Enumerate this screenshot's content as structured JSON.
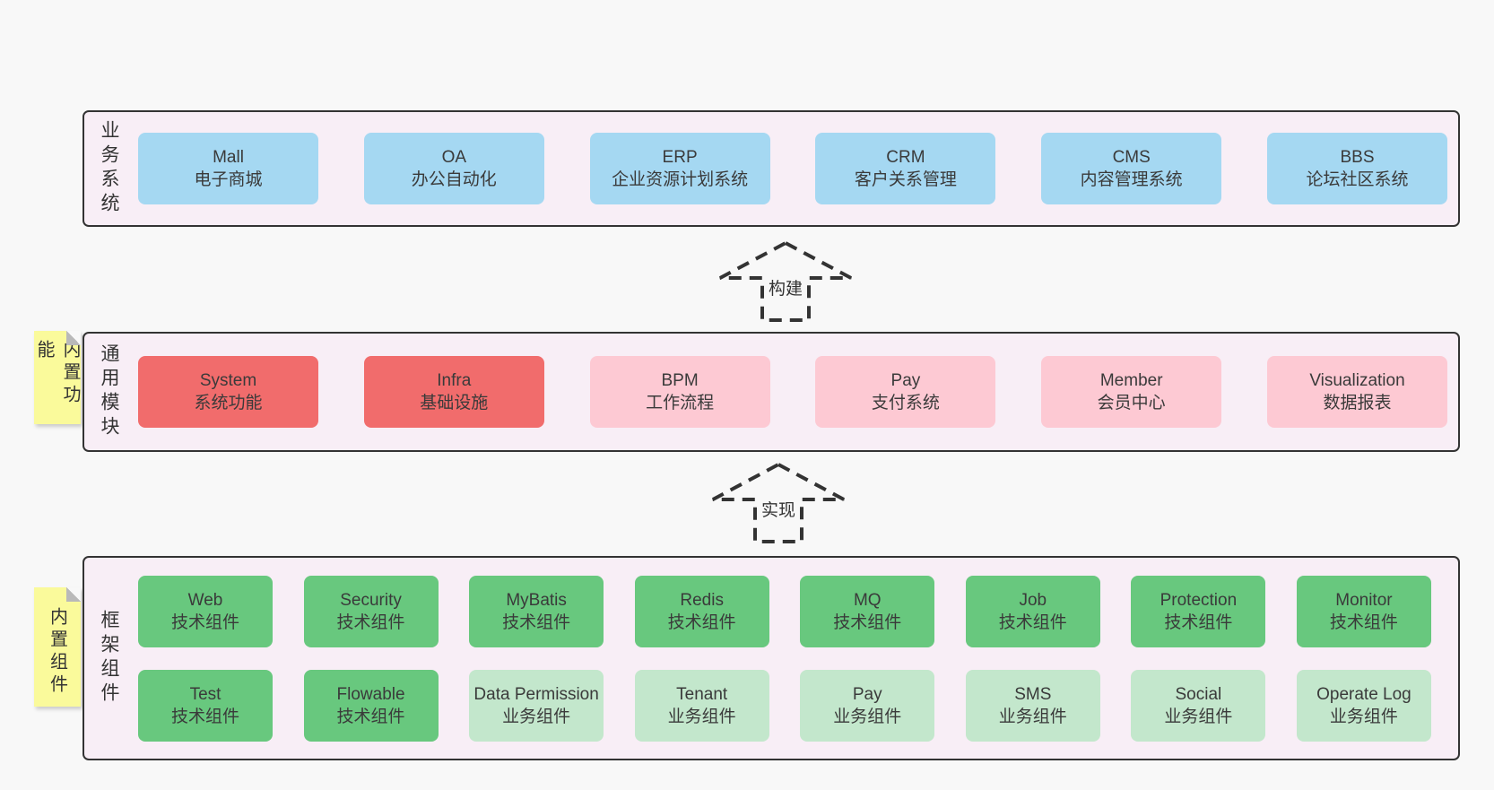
{
  "colors": {
    "container_bg": "#f8eef6",
    "container_border": "#333333",
    "note_bg": "#fafa9b",
    "note_fold": "#b9b9b9",
    "arrow_stroke": "#333333",
    "box_blue": "#a5d8f2",
    "box_red": "#f16c6c",
    "box_pink": "#fdc9d3",
    "box_green": "#68c87e",
    "box_light_green": "#c3e7cc"
  },
  "tiers": [
    {
      "id": "business-systems",
      "label": "业务系统",
      "note": null,
      "box_rows": [
        [
          {
            "title": "Mall",
            "subtitle": "电子商城",
            "color": "blue"
          },
          {
            "title": "OA",
            "subtitle": "办公自动化",
            "color": "blue"
          },
          {
            "title": "ERP",
            "subtitle": "企业资源计划系统",
            "color": "blue"
          },
          {
            "title": "CRM",
            "subtitle": "客户关系管理",
            "color": "blue"
          },
          {
            "title": "CMS",
            "subtitle": "内容管理系统",
            "color": "blue"
          },
          {
            "title": "BBS",
            "subtitle": "论坛社区系统",
            "color": "blue"
          }
        ]
      ]
    },
    {
      "id": "common-modules",
      "label": "通用模块",
      "note": "内置功能",
      "box_rows": [
        [
          {
            "title": "System",
            "subtitle": "系统功能",
            "color": "red"
          },
          {
            "title": "Infra",
            "subtitle": "基础设施",
            "color": "red"
          },
          {
            "title": "BPM",
            "subtitle": "工作流程",
            "color": "pink"
          },
          {
            "title": "Pay",
            "subtitle": "支付系统",
            "color": "pink"
          },
          {
            "title": "Member",
            "subtitle": "会员中心",
            "color": "pink"
          },
          {
            "title": "Visualization",
            "subtitle": "数据报表",
            "color": "pink"
          }
        ]
      ]
    },
    {
      "id": "framework-components",
      "label": "框架组件",
      "note": "内置组件",
      "box_rows": [
        [
          {
            "title": "Web",
            "subtitle": "技术组件",
            "color": "green"
          },
          {
            "title": "Security",
            "subtitle": "技术组件",
            "color": "green"
          },
          {
            "title": "MyBatis",
            "subtitle": "技术组件",
            "color": "green"
          },
          {
            "title": "Redis",
            "subtitle": "技术组件",
            "color": "green"
          },
          {
            "title": "MQ",
            "subtitle": "技术组件",
            "color": "green"
          },
          {
            "title": "Job",
            "subtitle": "技术组件",
            "color": "green"
          },
          {
            "title": "Protection",
            "subtitle": "技术组件",
            "color": "green"
          },
          {
            "title": "Monitor",
            "subtitle": "技术组件",
            "color": "green"
          }
        ],
        [
          {
            "title": "Test",
            "subtitle": "技术组件",
            "color": "green"
          },
          {
            "title": "Flowable",
            "subtitle": "技术组件",
            "color": "green"
          },
          {
            "title": "Data Permission",
            "subtitle": "业务组件",
            "color": "light_green"
          },
          {
            "title": "Tenant",
            "subtitle": "业务组件",
            "color": "light_green"
          },
          {
            "title": "Pay",
            "subtitle": "业务组件",
            "color": "light_green"
          },
          {
            "title": "SMS",
            "subtitle": "业务组件",
            "color": "light_green"
          },
          {
            "title": "Social",
            "subtitle": "业务组件",
            "color": "light_green"
          },
          {
            "title": "Operate Log",
            "subtitle": "业务组件",
            "color": "light_green"
          }
        ]
      ]
    }
  ],
  "arrows": [
    {
      "label": "构建"
    },
    {
      "label": "实现"
    }
  ]
}
